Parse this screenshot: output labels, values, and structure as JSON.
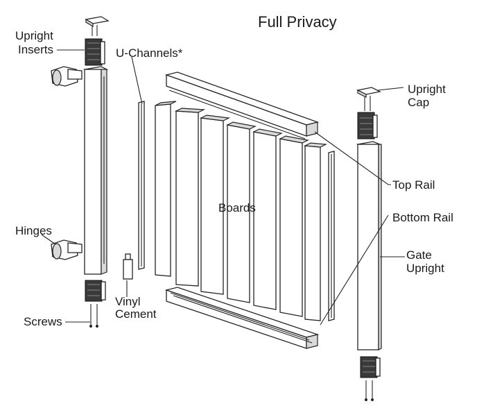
{
  "title": "Full Privacy",
  "labels": {
    "upright_inserts_1": "Upright",
    "upright_inserts_2": "Inserts",
    "u_channels": "U-Channels*",
    "upright_cap_1": "Upright",
    "upright_cap_2": "Cap",
    "top_rail": "Top Rail",
    "boards": "Boards",
    "bottom_rail": "Bottom Rail",
    "hinges": "Hinges",
    "gate_upright_1": "Gate",
    "gate_upright_2": "Upright",
    "vinyl_cement_1": "Vinyl",
    "vinyl_cement_2": "Cement",
    "screws": "Screws"
  },
  "colors": {
    "line": "#222222",
    "insert": "#3a3a3a",
    "shade": "#d9d9d9",
    "background": "#ffffff"
  }
}
